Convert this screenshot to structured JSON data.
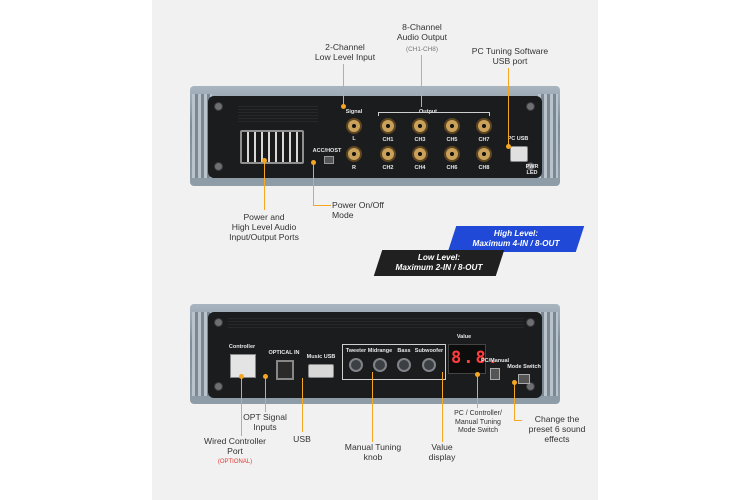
{
  "callouts": {
    "low_input": "2-Channel\nLow Level Input",
    "audio_output": "8-Channel\nAudio Output",
    "audio_output_sub": "(CH1-CH8)",
    "pc_usb": "PC Tuning Software\nUSB port",
    "power_ports": "Power and\nHigh Level Audio\nInput/Output Ports",
    "power_mode": "Power On/Off\nMode",
    "opt_inputs": "OPT Signal\nInputs",
    "wired_controller": "Wired Controller\nPort",
    "wired_controller_sub": "(OPTIONAL)",
    "usb": "USB",
    "tuning_knob": "Manual Tuning\nknob",
    "value_display": "Value\ndisplay",
    "pc_switch": "PC / Controller/\nManual Tuning\nMode Switch",
    "preset": "Change the\npreset 6 sound\neffects"
  },
  "banners": {
    "high": "High Level:\nMaximum 4-IN / 8-OUT",
    "low": "Low Level:\nMaximum 2-IN / 8-OUT"
  },
  "top_panel": {
    "signal": "Signal",
    "output": "Output",
    "acc_host": "ACC/HOST",
    "l": "L",
    "r": "R",
    "ch": [
      "CH1",
      "CH3",
      "CH5",
      "CH7",
      "CH2",
      "CH4",
      "CH6",
      "CH8"
    ],
    "pc_usb": "PC USB",
    "pwr_led": "PWR LED"
  },
  "bottom_panel": {
    "controller": "Controller",
    "optical_in": "OPTICAL IN",
    "music_usb": "Music USB",
    "knobs": [
      "Tweeter",
      "Midrange",
      "Bass",
      "Subwoofer"
    ],
    "value": "Value",
    "display_value": "8.8.",
    "pc_manual": "PC/Manual",
    "mode_switch": "Mode Switch"
  },
  "colors": {
    "accent": "#f5a623",
    "banner_high": "#1f49d6",
    "banner_low": "#202020",
    "display": "#ff3d3d"
  }
}
